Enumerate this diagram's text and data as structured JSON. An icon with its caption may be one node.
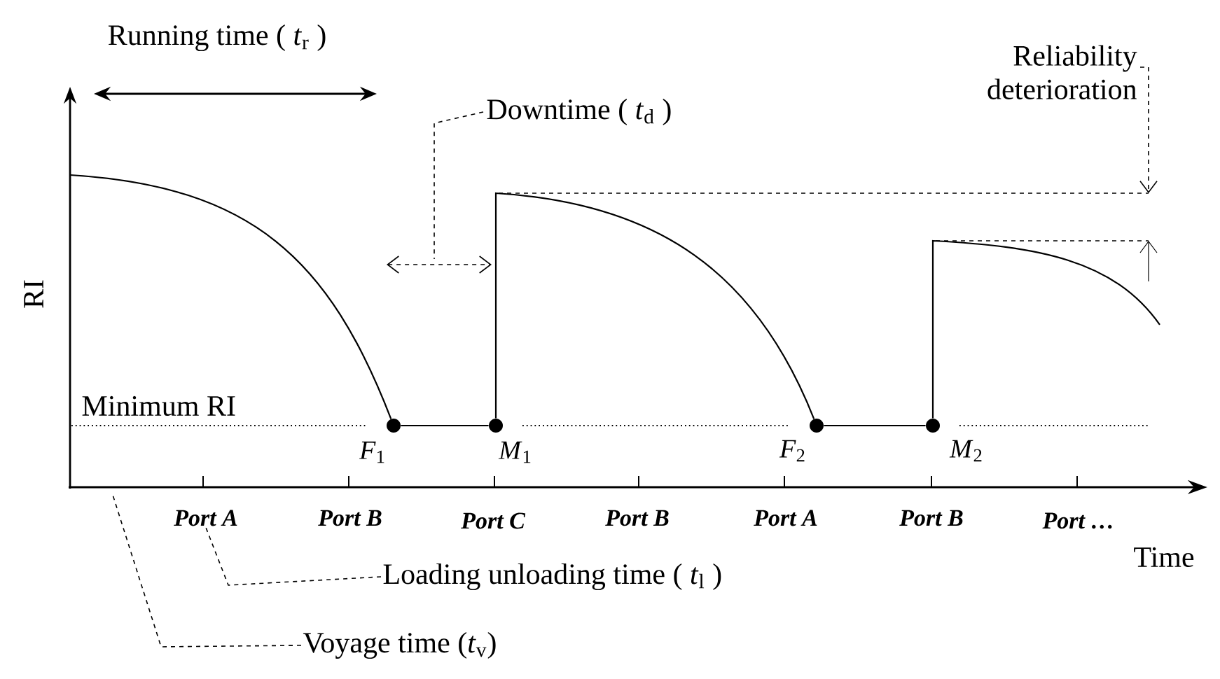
{
  "diagram": {
    "nodes": [
      {
        "text": [
          "Running time ( *t*$_{r}$ )"
        ]
      },
      {
        "text": [
          "Downtime ( *t*$_{d}$ )"
        ]
      },
      {
        "text": [
          "Reliability deterioration"
        ]
      },
      {
        "text": [
          "Loading unloading time ( *t*$_{l}$ )"
        ]
      },
      {
        "text": [
          "Voyage time (*t*$_{v}$)"
        ]
      },
      {
        "text": [],
        "shape": "circle",
        "beside": [
          "*F*$_{1}$"
        ]
      },
      {
        "text": [],
        "shape": "circle",
        "beside": [
          "*M*$_{1}$"
        ]
      },
      {
        "text": [],
        "shape": "circle",
        "beside": [
          "*F*$_{2}$"
        ]
      },
      {
        "text": [],
        "shape": "circle",
        "beside": [
          "*M*$_{2}$"
        ]
      },
      {
        "text": [
          "Port A"
        ]
      }
    ],
    "edges": [
      {
        "from": 1,
        "to": null,
        "arrow": "none",
        "style": "dashed"
      },
      {
        "from": 2,
        "to": null,
        "arrow": "to",
        "style": "dashed"
      },
      {
        "from": 3,
        "to": 9,
        "arrow": "none",
        "style": "dashed"
      },
      {
        "from": 4,
        "to": null,
        "arrow": "none",
        "style": "dashed"
      },
      {
        "from": 5,
        "to": 6,
        "arrow": "none"
      },
      {
        "from": 7,
        "to": 8,
        "arrow": "none"
      },
      {
        "from": null,
        "to": 5,
        "arrow": "none"
      },
      {
        "from": 6,
        "to": 7,
        "arrow": "none"
      },
      {
        "from": 8,
        "to": null,
        "arrow": "none"
      }
    ],
    "labels": [
      "RI",
      "Minimum RI",
      "Port B",
      "Port C",
      "Port B",
      "Port A",
      "Port B",
      "Port …",
      "Time"
    ]
  }
}
